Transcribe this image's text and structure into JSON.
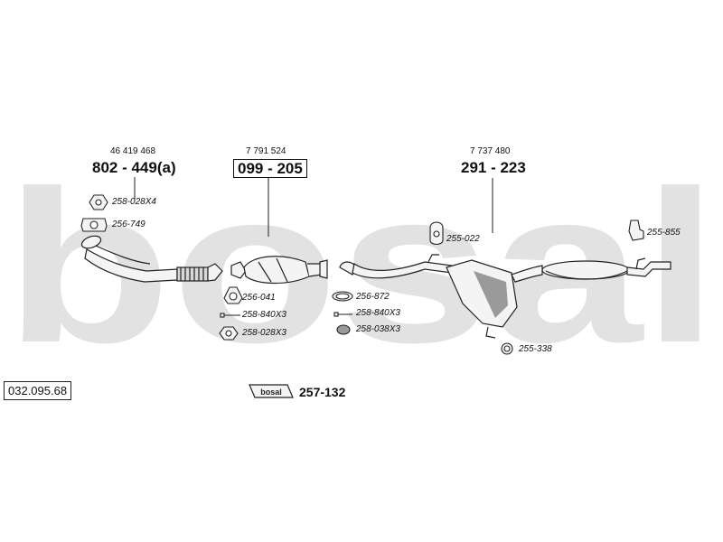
{
  "watermark": {
    "text": "bosal",
    "color": "#e2e2e2"
  },
  "catalog_number": "032.095.68",
  "sections": [
    {
      "oem": "46 419 468",
      "part": "802 - 449(a)",
      "boxed": false
    },
    {
      "oem": "7 791 524",
      "part": "099 - 205",
      "boxed": true
    },
    {
      "oem": "7 737 480",
      "part": "291 - 223",
      "boxed": false
    }
  ],
  "accessories": [
    {
      "code": "258-028X4",
      "icon": "nut-icon"
    },
    {
      "code": "256-749",
      "icon": "flange-gasket-icon"
    },
    {
      "code": "256-041",
      "icon": "triangle-gasket-icon"
    },
    {
      "code": "258-840X3",
      "icon": "bolt-icon"
    },
    {
      "code": "258-028X3",
      "icon": "nut-icon"
    },
    {
      "code": "256-872",
      "icon": "ring-gasket-icon"
    },
    {
      "code": "258-840X3",
      "icon": "bolt-icon"
    },
    {
      "code": "258-038X3",
      "icon": "spring-icon"
    },
    {
      "code": "255-022",
      "icon": "rubber-hanger-icon"
    },
    {
      "code": "255-855",
      "icon": "bracket-icon"
    },
    {
      "code": "255-338",
      "icon": "ring-hanger-icon"
    }
  ],
  "mounting_kit": {
    "logo": "bosal",
    "code": "257-132"
  },
  "colors": {
    "line": "#222222",
    "fill": "#f4f4f4",
    "shade": "#9a9a9a",
    "watermark": "#e2e2e2"
  }
}
